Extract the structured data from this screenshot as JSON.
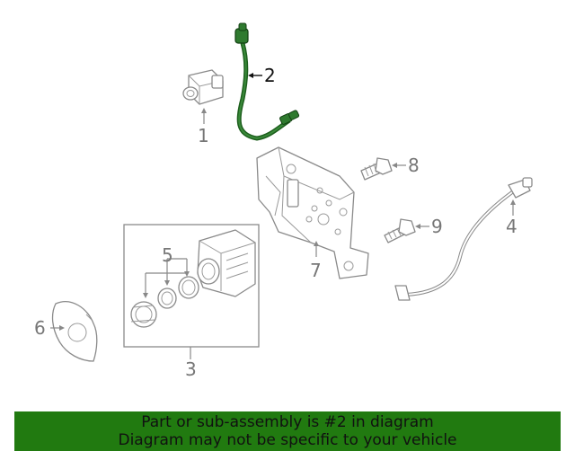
{
  "callouts": {
    "c1": "1",
    "c2": "2",
    "c3": "3",
    "c4": "4",
    "c5": "5",
    "c6": "6",
    "c7": "7",
    "c8": "8",
    "c9": "9"
  },
  "highlight_color": "#1d5e1d",
  "banner": {
    "line1": "Part or sub-assembly is #2 in diagram",
    "line2": "Diagram may not be specific to your vehicle",
    "background": "#217a10"
  }
}
